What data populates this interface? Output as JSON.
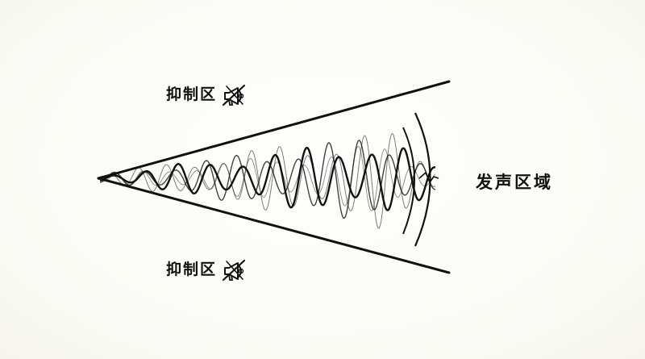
{
  "labels": {
    "suppression_top": "抑制区",
    "suppression_bottom": "抑制区",
    "emission": "发声区域"
  },
  "icons": {
    "suppression_icon": "muted-megaphone-icon"
  },
  "colors": {
    "ink": "#111111",
    "background": "#fbfbf7"
  }
}
